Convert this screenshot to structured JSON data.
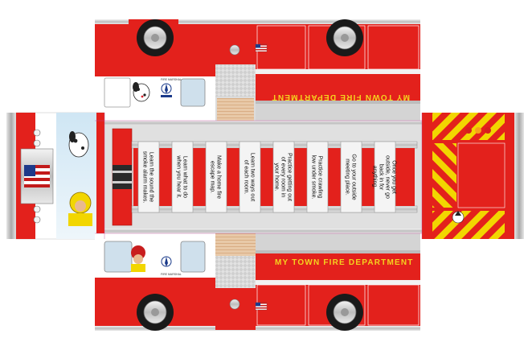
{
  "department_name_top": "MY TOWN FIRE DEPARTMENT",
  "department_name_bottom": "MY TOWN FIRE DEPARTMENT",
  "ladder_tips": [
    "Learn the sound the smoke alarm makes.",
    "Learn what to do when you hear it.",
    "Make a home fire escape map.",
    "Learn two ways out of each room.",
    "Practice getting out of every room in your home.",
    "Practice crawling low under smoke.",
    "Go to your outside meeting place.",
    "Once you get outside, never go back in for anything."
  ],
  "door_badge_top": "FIRE MARSHAL\nMTFD",
  "door_badge_bottom": "FIRE MARSHAL\nMTFD",
  "colors": {
    "body_red": "#e3211c",
    "dark_red": "#b5140f",
    "silver": "#c9c9c9",
    "chevron_yellow": "#f2d600",
    "lettering_gold": "#f4d21f"
  },
  "icons": [
    "wheel-icon",
    "flag-icon",
    "dalmatian-icon",
    "firefighter-icon",
    "flame-icon",
    "siren-icon"
  ]
}
